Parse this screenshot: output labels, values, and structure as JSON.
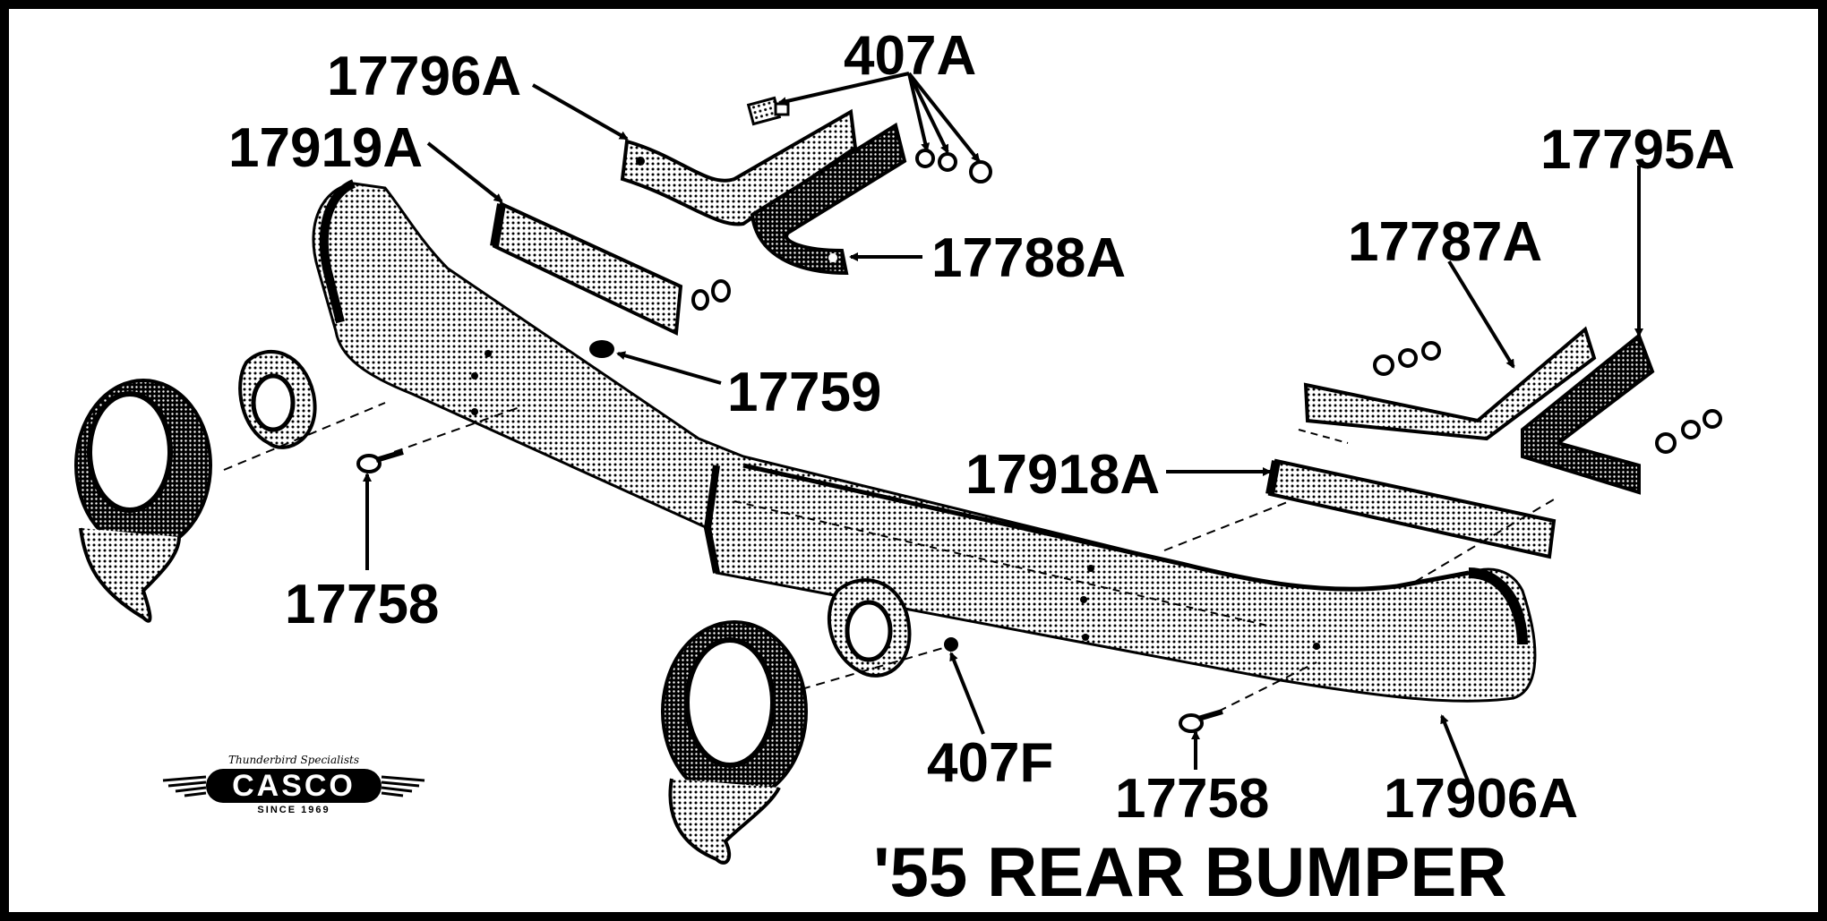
{
  "title": "'55 REAR BUMPER",
  "logo": {
    "tagline": "Thunderbird Specialists",
    "name": "CASCO",
    "since": "SINCE 1969"
  },
  "labels": {
    "part_407A": "407A",
    "part_17796A": "17796A",
    "part_17919A": "17919A",
    "part_17795A": "17795A",
    "part_17787A": "17787A",
    "part_17788A": "17788A",
    "part_17759": "17759",
    "part_17918A": "17918A",
    "part_17758_left": "17758",
    "part_407F": "407F",
    "part_17758_right": "17758",
    "part_17906A": "17906A"
  },
  "colors": {
    "ink": "#000000",
    "paper": "#ffffff"
  }
}
